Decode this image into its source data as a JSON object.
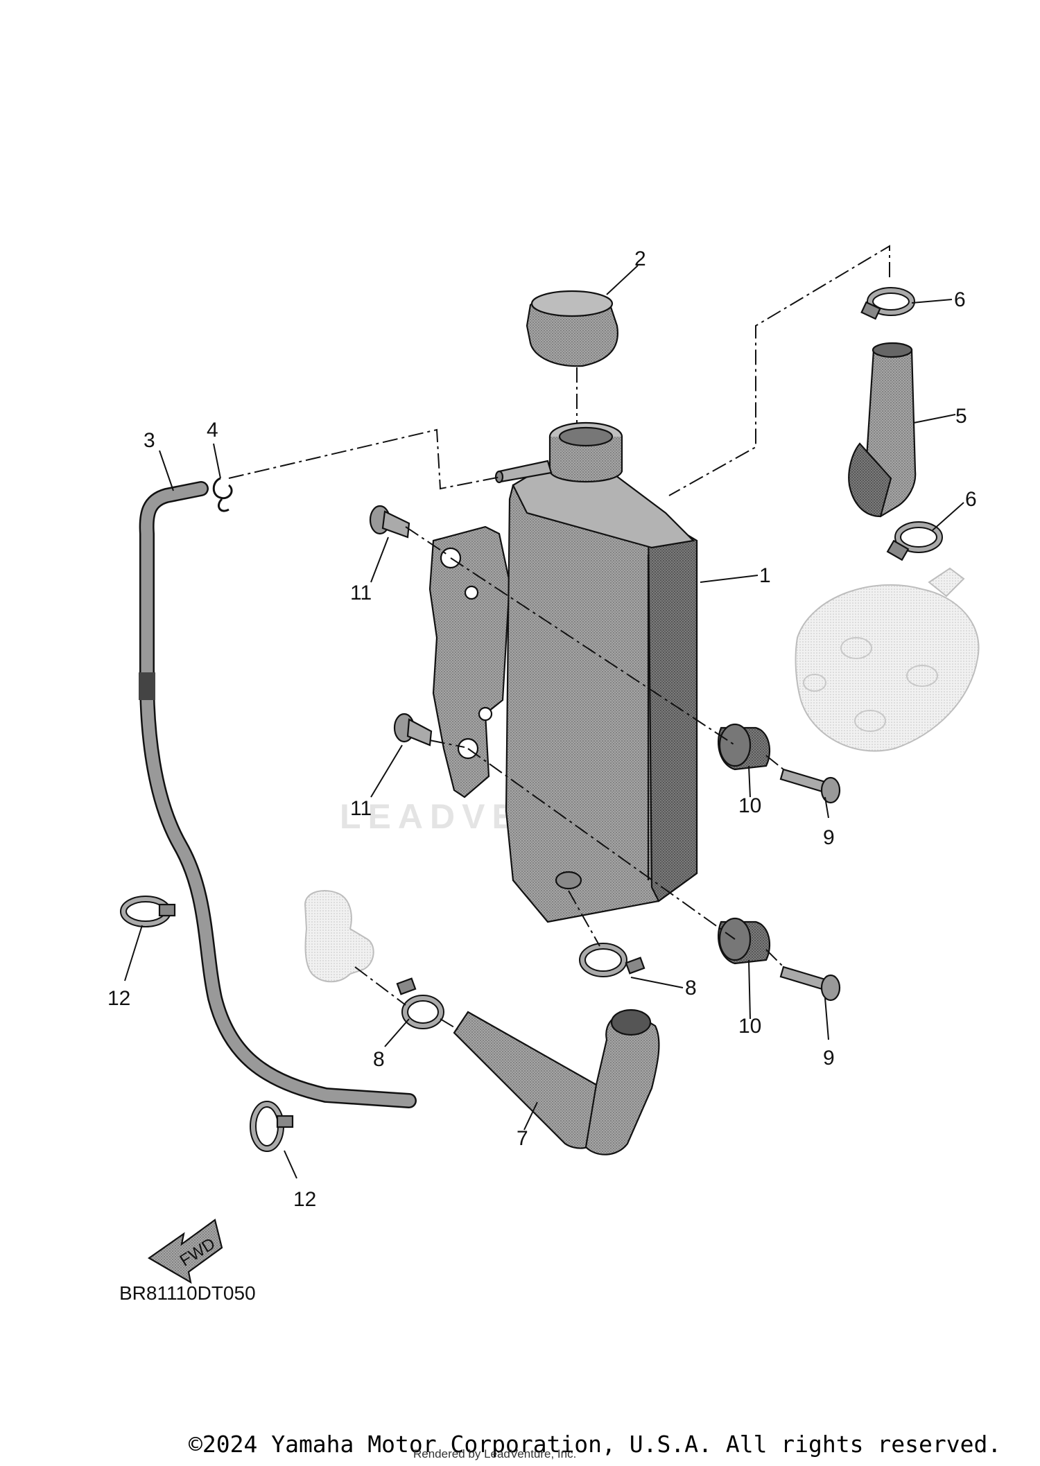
{
  "diagram": {
    "callouts": [
      {
        "id": "1",
        "label": "1"
      },
      {
        "id": "2",
        "label": "2"
      },
      {
        "id": "3",
        "label": "3"
      },
      {
        "id": "4",
        "label": "4"
      },
      {
        "id": "5",
        "label": "5"
      },
      {
        "id": "6a",
        "label": "6"
      },
      {
        "id": "6b",
        "label": "6"
      },
      {
        "id": "7",
        "label": "7"
      },
      {
        "id": "8a",
        "label": "8"
      },
      {
        "id": "8b",
        "label": "8"
      },
      {
        "id": "9a",
        "label": "9"
      },
      {
        "id": "9b",
        "label": "9"
      },
      {
        "id": "10a",
        "label": "10"
      },
      {
        "id": "10b",
        "label": "10"
      },
      {
        "id": "11a",
        "label": "11"
      },
      {
        "id": "11b",
        "label": "11"
      },
      {
        "id": "12a",
        "label": "12"
      },
      {
        "id": "12b",
        "label": "12"
      }
    ],
    "fwd_label": "FWD",
    "diagram_code": "BR81110DT050",
    "watermark": "LEADVENTURE"
  },
  "footer": {
    "copyright": "©2024 Yamaha Motor Corporation, U.S.A. All rights reserved.",
    "rendered_by": "Rendered by LeadVenture, Inc."
  },
  "colors": {
    "part_fill": "#9a9a9a",
    "part_dark": "#6f6f6f",
    "part_light": "#c9c9c9",
    "ghost_fill": "#ececec",
    "line": "#111111"
  }
}
